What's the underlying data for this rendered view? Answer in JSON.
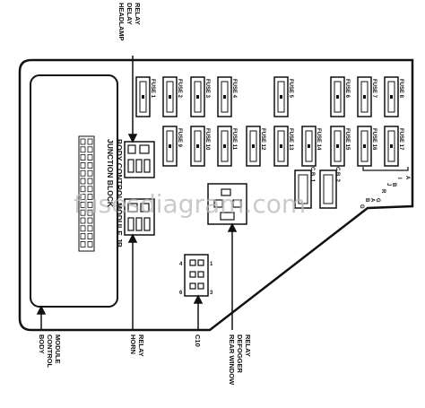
{
  "labels": {
    "headlamp_delay_relay": [
      "HEADLAMP",
      "DELAY",
      "RELAY"
    ],
    "horn_relay": [
      "HORN",
      "RELAY"
    ],
    "body_control_module": [
      "BODY",
      "CONTROL",
      "MODULE"
    ],
    "c10": "C10",
    "rear_window_defogger_relay": [
      "REAR WINDOW",
      "DEFOGGER",
      "RELAY"
    ],
    "junction_block": [
      "JUNCTION BLOCK",
      "BODY CONTROL MODULE JB"
    ],
    "watermark": "fusesdiagram.com",
    "cb1": "C.B. 1",
    "cb2": "C.B. 2",
    "connector_pins": [
      "4",
      "1",
      "6",
      "3"
    ]
  },
  "fuses_top": [
    "FUSE 1",
    "FUSE 2",
    "FUSE 3",
    "FUSE 4",
    "FUSE 5",
    "FUSE 6",
    "FUSE 7",
    "FUSE 8"
  ],
  "fuses_bottom": [
    "FUSE 9",
    "FUSE 10",
    "FUSE 11",
    "FUSE 12",
    "FUSE 13",
    "FUSE 14",
    "FUSE 15",
    "FUSE 16",
    "FUSE 17"
  ],
  "side_letters": [
    "A",
    "I",
    "B",
    "J",
    "R",
    "G",
    "A",
    "B",
    "G"
  ]
}
